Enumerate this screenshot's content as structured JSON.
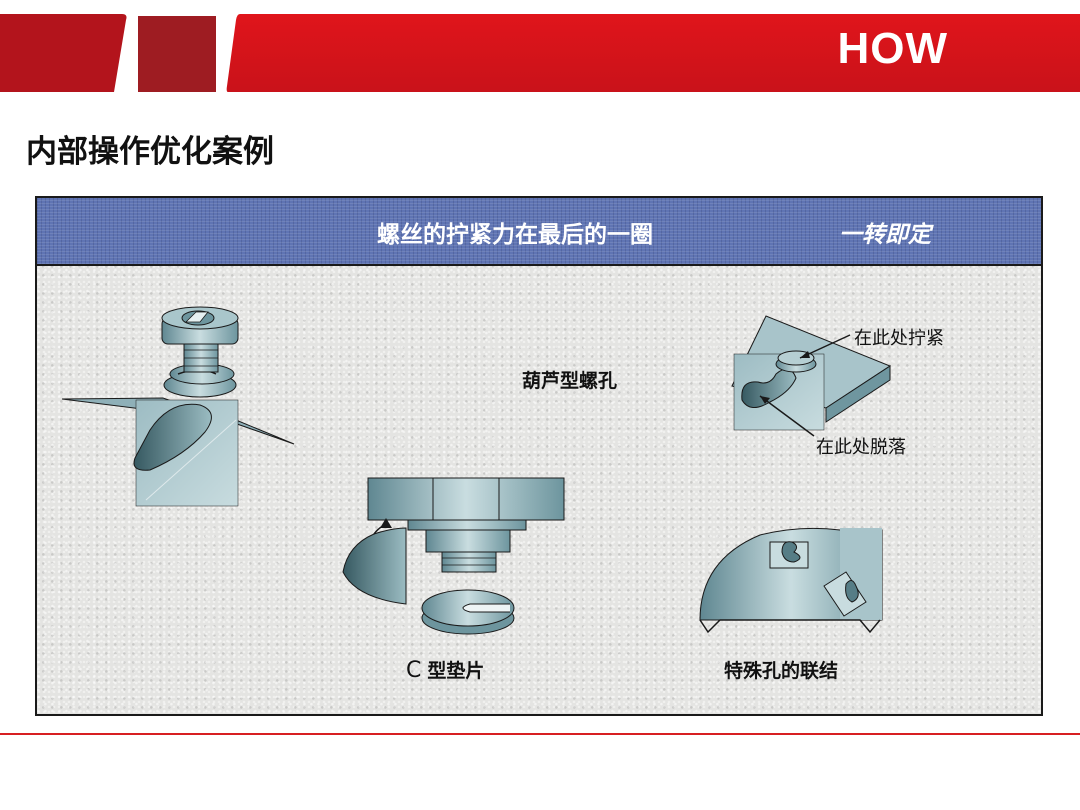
{
  "header": {
    "section_label": "HOW"
  },
  "page": {
    "title": "内部操作优化案例"
  },
  "panel": {
    "header_main": "螺丝的拧紧力在最后的一圈",
    "header_side": "一转即定"
  },
  "labels": {
    "gourd_hole": "葫芦型螺孔",
    "tighten_here": "在此处拧紧",
    "falls_off_here": "在此处脱落",
    "c_washer_c": "C",
    "c_washer_rest": "型垫片",
    "special_hole": "特殊孔的联结"
  },
  "colors": {
    "banner_red": "#d7141a",
    "banner_dark_red": "#a8151d",
    "panel_header_blue": "#5f74b3",
    "metal_teal": "#8fb0b8"
  }
}
